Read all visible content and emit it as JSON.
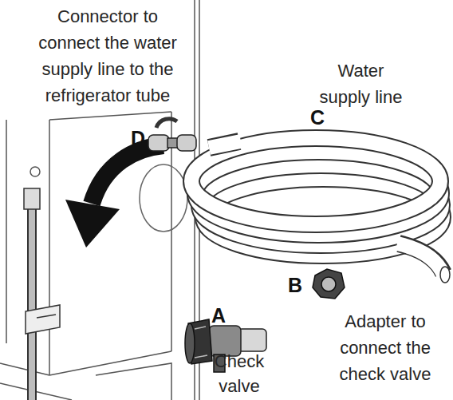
{
  "diagram": {
    "labels": [
      "Connector to connect the water supply line to the refrigerator tube",
      "Water supply line",
      "D",
      "C",
      "A",
      "B",
      "Check valve",
      "Adapter to connect the check valve"
    ]
  }
}
